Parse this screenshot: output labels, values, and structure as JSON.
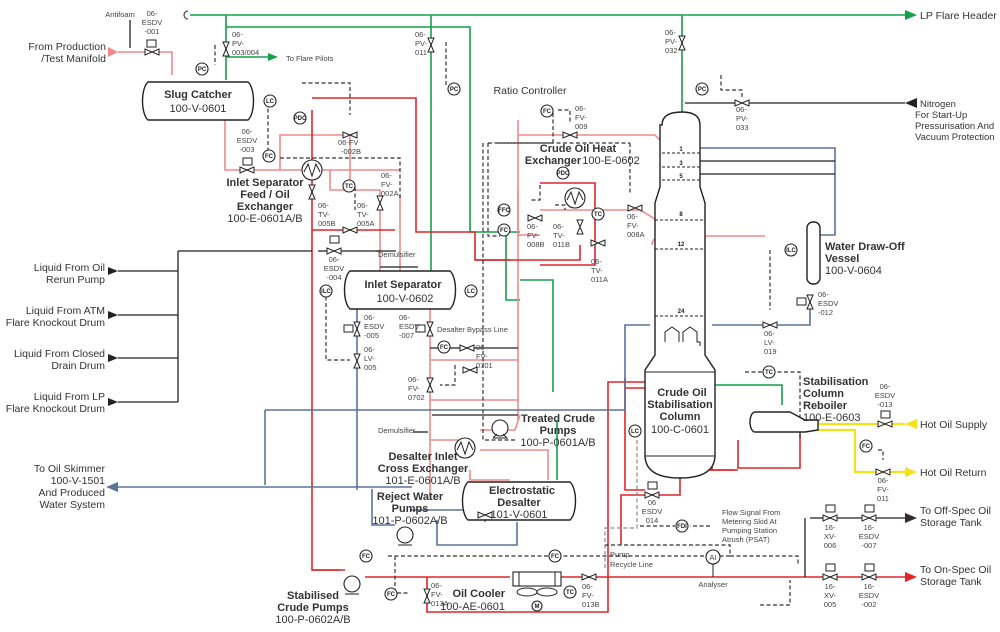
{
  "diagram": {
    "type": "P&ID",
    "title": "Crude Oil Stabilisation Process",
    "line_colors": {
      "crude_hot": "#e0262b",
      "crude_feed": "#f08a8a",
      "flare_gas": "#16a04a",
      "water": "#5a7399",
      "hot_oil": "#f2e21a",
      "utility": "#222222"
    }
  },
  "inlets": {
    "production": "From Production /Test Manifold",
    "production_l1": "From Production",
    "production_l2": "/Test Manifold",
    "antifoam": "Antifoam",
    "oil_rerun_l1": "Liquid From Oil",
    "oil_rerun_l2": "Rerun Pump",
    "atm_ko_l1": "Liquid From ATM",
    "atm_ko_l2": "Flare Knockout Drum",
    "closed_drain_l1": "Liquid From Closed",
    "closed_drain_l2": "Drain Drum",
    "lp_ko_l1": "Liquid From LP",
    "lp_ko_l2": "Flare Knockout Drum",
    "nitrogen_l1": "Nitrogen",
    "nitrogen_l2": "For Start-Up",
    "nitrogen_l3": "Pressurisation And",
    "nitrogen_l4": "Vacuum Protection",
    "hot_oil_supply": "Hot Oil Supply",
    "demulsifier_1": "Demulsifier",
    "demulsifier_2": "Demulsifier",
    "flow_signal_l1": "Flow Signal From",
    "flow_signal_l2": "Metering Skid At",
    "flow_signal_l3": "Pumping Station",
    "flow_signal_l4": "Atrush (PSAT)"
  },
  "outlets": {
    "lp_flare": "LP Flare Header",
    "flare_pilots": "To Flare Pilots",
    "skimmer_l1": "To Oil Skimmer",
    "skimmer_l2": "100-V-1501",
    "skimmer_l3": "And Produced",
    "skimmer_l4": "Water System",
    "hot_oil_return": "Hot Oil Return",
    "off_spec_l1": "To Off-Spec Oil",
    "off_spec_l2": "Storage Tank",
    "on_spec_l1": "To On-Spec Oil",
    "on_spec_l2": "Storage Tank"
  },
  "equipment": {
    "slug_catcher": {
      "name": "Slug Catcher",
      "tag": "100-V-0601"
    },
    "inlet_exchanger": {
      "name_l1": "Inlet Separator",
      "name_l2": "Feed / Oil",
      "name_l3": "Exchanger",
      "tag": "100-E-0601A/B"
    },
    "inlet_separator": {
      "name": "Inlet Separator",
      "tag": "100-V-0602"
    },
    "heat_exchanger": {
      "name_l1": "Crude Oil Heat",
      "name_l2": "Exchanger",
      "tag": "100-E-0602"
    },
    "ratio_controller": "Ratio Controller",
    "water_drawoff": {
      "name_l1": "Water Draw-Off",
      "name_l2": "Vessel",
      "tag": "100-V-0604"
    },
    "column": {
      "name_l1": "Crude Oil",
      "name_l2": "Stabilisation",
      "name_l3": "Column",
      "tag": "100-C-0601"
    },
    "reboiler": {
      "name_l1": "Stabilisation",
      "name_l2": "Column",
      "name_l3": "Reboiler",
      "tag": "100-E-0603"
    },
    "treated_pumps": {
      "name_l1": "Treated Crude",
      "name_l2": "Pumps",
      "tag": "100-P-0601A/B"
    },
    "desalter_exchanger": {
      "name_l1": "Desalter Inlet",
      "name_l2": "Cross Exchanger",
      "tag": "101-E-0601A/B"
    },
    "reject_pumps": {
      "name_l1": "Reject Water",
      "name_l2": "Pumps",
      "tag": "101-P-0602A/B"
    },
    "desalter": {
      "name_l1": "Electrostatic",
      "name_l2": "Desalter",
      "tag": "101-V-0601"
    },
    "stabilised_pumps": {
      "name_l1": "Stabilised",
      "name_l2": "Crude Pumps",
      "tag": "100-P-0602A/B"
    },
    "oil_cooler": {
      "name": "Oil Cooler",
      "tag": "100-AE-0601"
    },
    "analyser": {
      "symbol": "AI",
      "label": "Analyser"
    }
  },
  "line_labels": {
    "desalter_bypass": "Desalter Bypass Line",
    "pump_recycle_l1": "Pump",
    "pump_recycle_l2": "Recycle Line"
  },
  "trays": [
    "1",
    "3",
    "5",
    "8",
    "12",
    "24"
  ],
  "instruments": {
    "pc": "PC",
    "lc": "LC",
    "fc": "FC",
    "tc": "TC",
    "pdc": "PDC",
    "ilc": "ILC",
    "ffc": "FFC",
    "fdi": "FDI",
    "m": "M"
  },
  "valves": {
    "esdv_001": [
      "06-",
      "ESDV",
      "-001"
    ],
    "pv_003": [
      "06-",
      "PV-",
      "003/004"
    ],
    "pv_011": [
      "06-",
      "PV-",
      "011"
    ],
    "pv_032": [
      "06-",
      "PV-",
      "032"
    ],
    "pv_033": [
      "06-",
      "PV-",
      "033"
    ],
    "esdv_003": [
      "06-",
      "ESDV",
      "-003"
    ],
    "fv_002b": [
      "06-FV",
      "-002B"
    ],
    "fv_002a": [
      "06-",
      "FV-",
      "002A"
    ],
    "tv_005b": [
      "06-",
      "TV-",
      "005B"
    ],
    "tv_005a": [
      "06-",
      "TV-",
      "005A"
    ],
    "fv_009": [
      "06-",
      "FV-",
      "009"
    ],
    "fv_008b": [
      "06-",
      "FV-",
      "008B"
    ],
    "tv_011b": [
      "06-",
      "TV-",
      "011B"
    ],
    "tv_011a": [
      "06-",
      "TV-",
      "011A"
    ],
    "fv_008a": [
      "06-",
      "FV-",
      "008A"
    ],
    "esdv_004": [
      "06-",
      "ESDV",
      "-004"
    ],
    "esdv_005": [
      "06-",
      "ESDV",
      "-005"
    ],
    "esdv_007": [
      "06-",
      "ESDV",
      "-007"
    ],
    "lv_005": [
      "06-",
      "LV-",
      "005"
    ],
    "fv_0701": [
      "06-",
      "FV-",
      "0701"
    ],
    "fv_0702": [
      "06-",
      "FV-",
      "0702"
    ],
    "esdv_012": [
      "06-",
      "ESDV",
      "-012"
    ],
    "lv_019": [
      "06-",
      "LV-",
      "019"
    ],
    "esdv_013": [
      "06-",
      "ESDV",
      "-013"
    ],
    "fv_011": [
      "06-",
      "FV-",
      "011"
    ],
    "esdv_014": [
      "06",
      "ESDV",
      "014"
    ],
    "xv_006": [
      "16-",
      "XV-",
      "006"
    ],
    "esdv_007b": [
      "16-",
      "ESDV",
      "-007"
    ],
    "xv_005": [
      "16-",
      "XV-",
      "005"
    ],
    "esdv_002": [
      "16-",
      "ESDV",
      "-002"
    ],
    "fv_013a": [
      "06-",
      "FV-",
      "013A"
    ],
    "fv_013b": [
      "06-",
      "FV-",
      "013B"
    ]
  }
}
